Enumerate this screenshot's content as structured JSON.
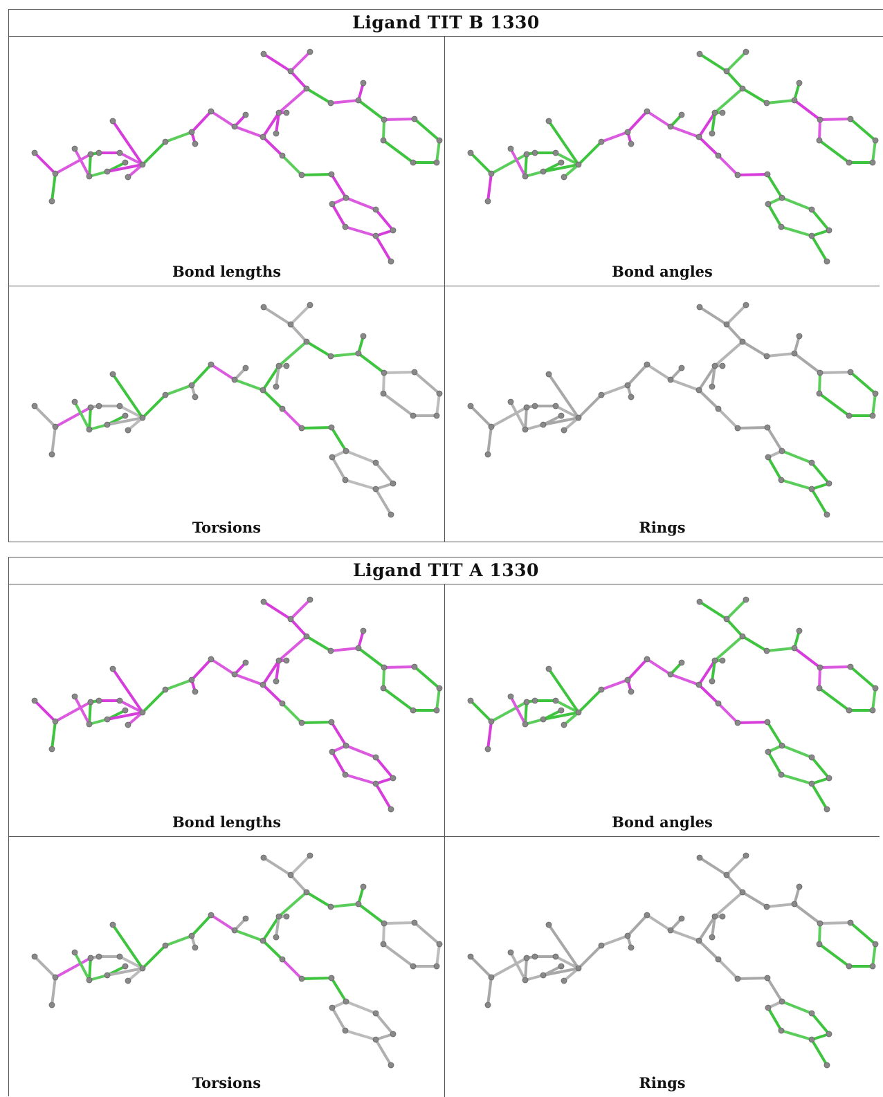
{
  "colors": {
    "bad": "#d63ddb",
    "good": "#3ec43e",
    "none": "#b0b0b0"
  },
  "ligands": [
    {
      "title": "Ligand TIT B 1330",
      "panels": [
        {
          "caption": "Bond lengths",
          "coloring": "lengths"
        },
        {
          "caption": "Bond angles",
          "coloring": "angles"
        },
        {
          "caption": "Torsions",
          "coloring": "torsions"
        },
        {
          "caption": "Rings",
          "coloring": "rings"
        }
      ]
    },
    {
      "title": "Ligand TIT A 1330",
      "panels": [
        {
          "caption": "Bond lengths",
          "coloring": "lengths"
        },
        {
          "caption": "Bond angles",
          "coloring": "angles"
        },
        {
          "caption": "Torsions",
          "coloring": "torsions"
        },
        {
          "caption": "Rings",
          "coloring": "rings"
        }
      ]
    }
  ]
}
